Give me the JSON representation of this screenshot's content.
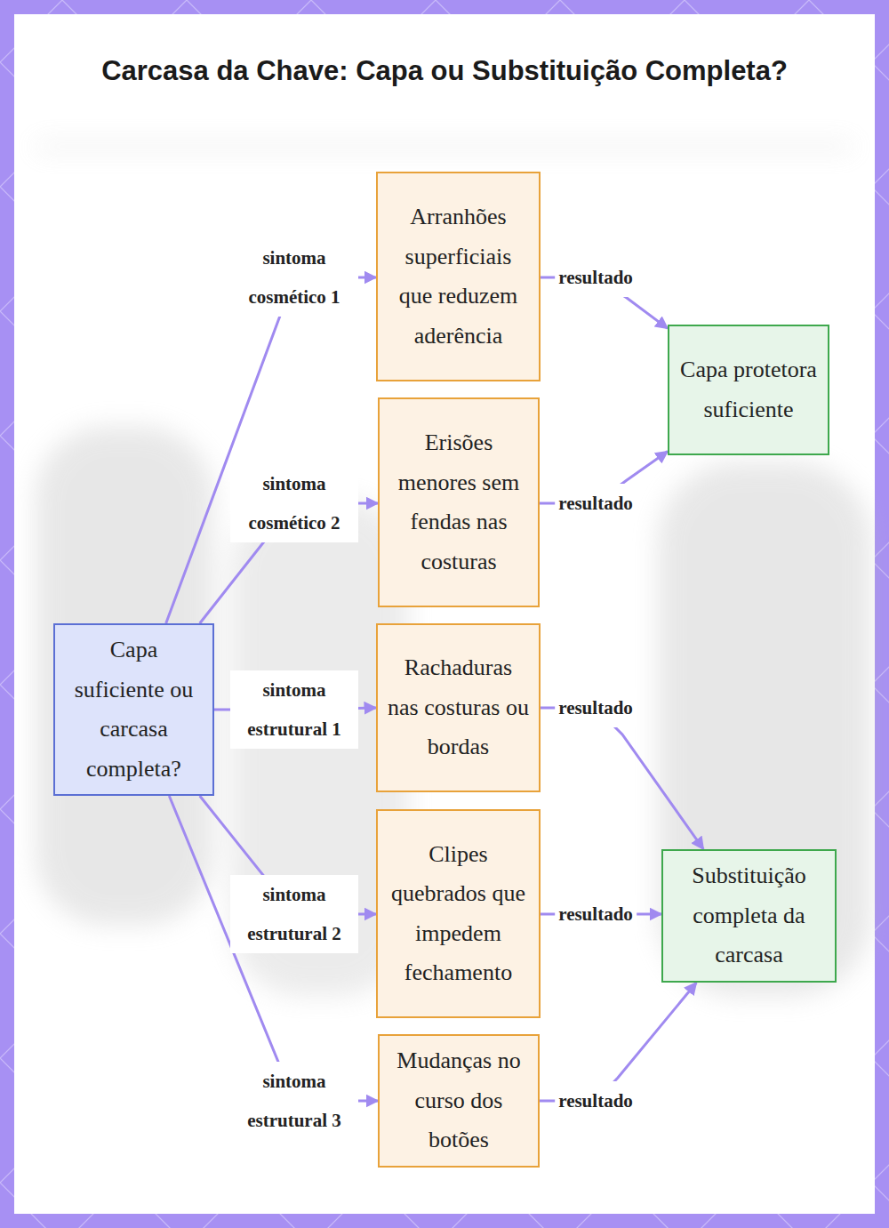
{
  "diagram": {
    "title": "Carcasa da Chave: Capa ou Substituição Completa?",
    "nodes": [
      {
        "text": [
          "Capa suficiente ou carcasa completa?"
        ]
      },
      {
        "text": [
          "Arranhões superficiais que reduzem aderência"
        ]
      },
      {
        "text": [
          "Erisões menores sem fendas nas costuras"
        ]
      },
      {
        "text": [
          "Rachaduras nas costuras ou bordas"
        ]
      },
      {
        "text": [
          "Clipes quebrados que impedem fechamento"
        ]
      },
      {
        "text": [
          "Mudanças no curso dos botões"
        ]
      },
      {
        "text": [
          "Capa protetora suficiente"
        ]
      },
      {
        "text": [
          "Substituição completa da carcasa"
        ]
      }
    ],
    "edges": [
      {
        "from": 0,
        "to": 1,
        "label": "sintoma cosmético 1",
        "arrow": "to"
      },
      {
        "from": 0,
        "to": 2,
        "label": "sintoma cosmético 2",
        "arrow": "to"
      },
      {
        "from": 0,
        "to": 3,
        "label": "sintoma estrutural 1",
        "arrow": "to"
      },
      {
        "from": 0,
        "to": 4,
        "label": "sintoma estrutural 2",
        "arrow": "to"
      },
      {
        "from": 0,
        "to": 5,
        "label": "sintoma estrutural 3",
        "arrow": "to"
      },
      {
        "from": 1,
        "to": 6,
        "label": "resultado",
        "arrow": "to"
      },
      {
        "from": 2,
        "to": 6,
        "label": "resultado",
        "arrow": "to"
      },
      {
        "from": 3,
        "to": 7,
        "label": "resultado",
        "arrow": "to"
      },
      {
        "from": 4,
        "to": 7,
        "label": "resultado",
        "arrow": "to"
      },
      {
        "from": 5,
        "to": 7,
        "label": "resultado",
        "arrow": "to"
      }
    ]
  }
}
